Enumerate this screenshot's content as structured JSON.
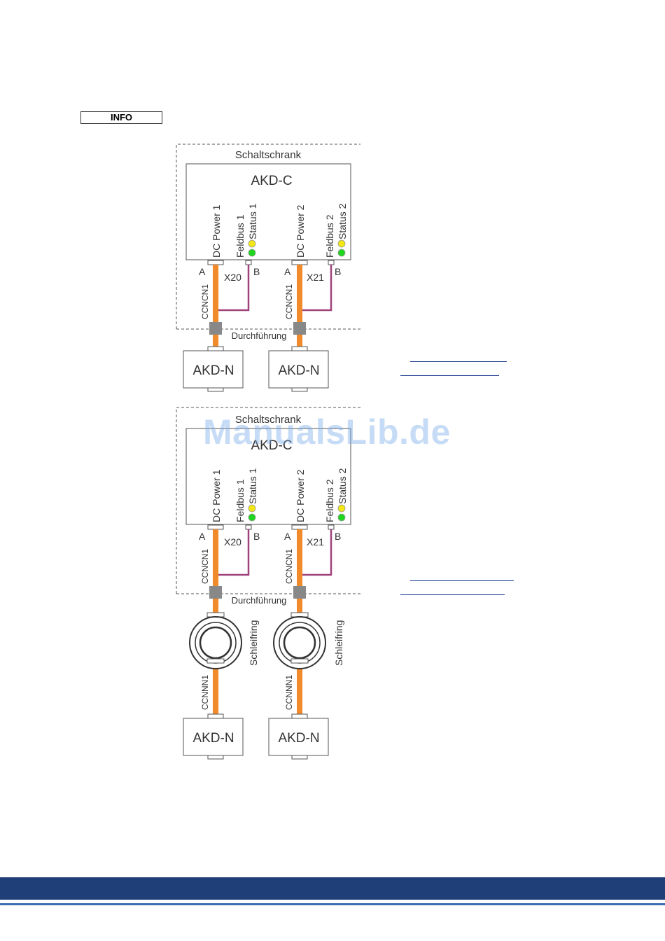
{
  "info_label": "INFO",
  "watermark": "ManualsLib.de",
  "colors": {
    "cable": "#f08a2a",
    "signal": "#a0427a",
    "led_yellow": "#f2e614",
    "led_green": "#1ed61e",
    "footer": "#1f3f78",
    "footer_line": "#3b6db5",
    "link": "#1a3b8e"
  },
  "diagram_top": {
    "cabinet_label": "Schaltschrank",
    "controller": "AKD-C",
    "port_labels": [
      "DC Power 1",
      "Feldbus 1",
      "Status 1",
      "DC Power 2",
      "Feldbus 2",
      "Status 2"
    ],
    "connectors": [
      "X20",
      "X21"
    ],
    "pin_a": "A",
    "pin_b": "B",
    "cable_labels": [
      "CCNCN1",
      "CCNCN1"
    ],
    "feedthrough": "Durchführung",
    "drives": [
      "AKD-N",
      "AKD-N"
    ]
  },
  "diagram_bottom": {
    "cabinet_label": "Schaltschrank",
    "controller": "AKD-C",
    "port_labels": [
      "DC Power 1",
      "Feldbus 1",
      "Status 1",
      "DC Power 2",
      "Feldbus 2",
      "Status 2"
    ],
    "connectors": [
      "X20",
      "X21"
    ],
    "pin_a": "A",
    "pin_b": "B",
    "cable_labels_upper": [
      "CCNCN1",
      "CCNCN1"
    ],
    "feedthrough": "Durchführung",
    "slip_ring_label": "Schleifring",
    "cable_labels_lower": [
      "CCNNN1",
      "CCNNN1"
    ],
    "drives": [
      "AKD-N",
      "AKD-N"
    ]
  }
}
